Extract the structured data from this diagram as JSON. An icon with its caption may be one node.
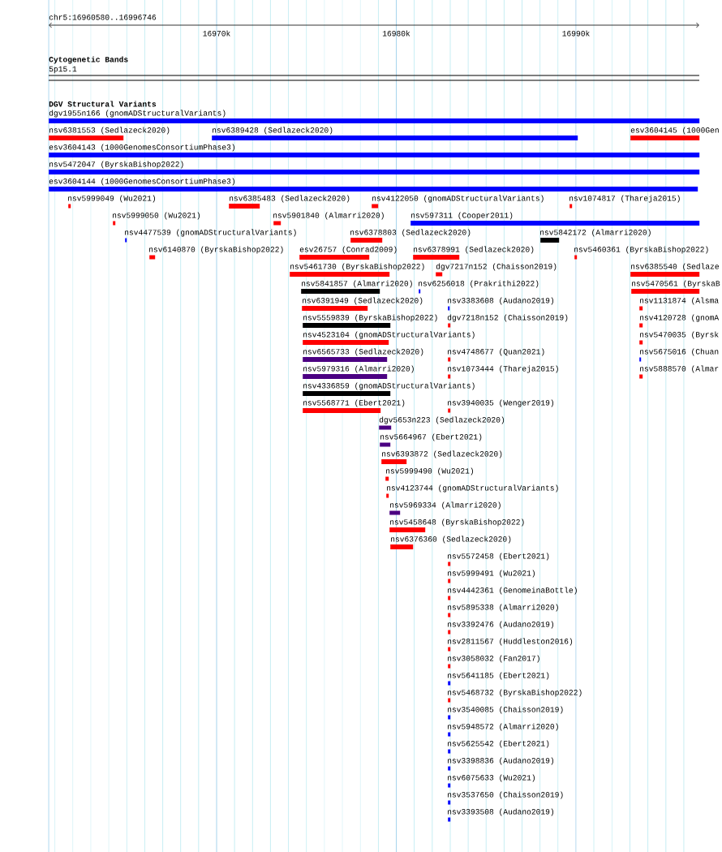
{
  "diagram": {
    "nodes": [
      {
        "text": [
          "dgv1955n166 (gnomADStructuralVariants)"
        ]
      },
      {
        "text": [
          "nsv6381553 (Sedlazeck2020)"
        ]
      },
      {
        "text": [
          "nsv6389428 (Sedlazeck2020)"
        ]
      },
      {
        "text": [
          "esv3604145 (1000Gen"
        ]
      },
      {
        "text": [
          "esv3604143 (1000GenomesConsortiumPhase3)"
        ]
      },
      {
        "text": [
          "nsv5472047 (ByrskaBishop2022)"
        ]
      },
      {
        "text": [
          "esv3604144 (1000GenomesConsortiumPhase3)"
        ]
      },
      {
        "text": [
          "nsv5999049 (Wu2021)"
        ]
      },
      {
        "text": [
          "nsv6385483 (Sedlazeck2020)"
        ]
      },
      {
        "text": [
          "nsv4122050 (gnomADStructuralVariants)"
        ]
      },
      {
        "text": [
          "nsv1074817 (Thareja2015)"
        ]
      },
      {
        "text": [
          "nsv5999050 (Wu2021)"
        ]
      },
      {
        "text": [
          "nsv5901840 (Almarri2020)"
        ]
      },
      {
        "text": [
          "nsv597311 (Cooper2011)"
        ]
      },
      {
        "text": [
          "nsv4477539 (gnomADStructuralVariants)"
        ]
      },
      {
        "text": [
          "nsv6378803 (Sedlazeck2020)"
        ]
      },
      {
        "text": [
          "nsv5842172 (Almarri2020)"
        ]
      },
      {
        "text": [
          "nsv6140870 (ByrskaBishop2022)"
        ]
      },
      {
        "text": [
          "esv26757 (Conrad2009)"
        ]
      },
      {
        "text": [
          "nsv6378991 (Sedlazeck2020)"
        ]
      },
      {
        "text": [
          "nsv5460361 (ByrskaBishop2022)"
        ]
      },
      {
        "text": [
          "nsv5461730 (ByrskaBishop2022)"
        ]
      },
      {
        "text": [
          "dgv7217n152 (Chaisson2019)"
        ]
      },
      {
        "text": [
          "nsv6385540 (Sedlaze"
        ]
      },
      {
        "text": [
          "nsv5841857 (Almarri2020)"
        ]
      },
      {
        "text": [
          "nsv6256018 (Prakrithi2022)"
        ]
      },
      {
        "text": [
          "nsv5470561 (ByrskaB"
        ]
      },
      {
        "text": [
          "nsv6391949 (Sedlazeck2020)"
        ]
      },
      {
        "text": [
          "nsv3383608 (Audano2019)"
        ]
      },
      {
        "text": [
          "nsv1131874 (Alsma"
        ]
      },
      {
        "text": [
          "nsv5559839 (ByrskaBishop2022)"
        ]
      },
      {
        "text": [
          "dgv7218n152 (Chaisson2019)"
        ]
      },
      {
        "text": [
          "nsv4120728 (gnomA"
        ]
      },
      {
        "text": [
          "nsv4523104 (gnomADStructuralVariants)"
        ]
      },
      {
        "text": [
          "nsv5470035 (Byrsk"
        ]
      },
      {
        "text": [
          "nsv6565733 (Sedlazeck2020)"
        ]
      },
      {
        "text": [
          "nsv4748677 (Quan2021)"
        ]
      },
      {
        "text": [
          "nsv5675016 (Chuan"
        ]
      },
      {
        "text": [
          "nsv5979316 (Almarri2020)"
        ]
      },
      {
        "text": [
          "nsv1073444 (Thareja2015)"
        ]
      },
      {
        "text": [
          "nsv5888570 (Almar"
        ]
      },
      {
        "text": [
          "nsv4336859 (gnomADStructuralVariants)"
        ]
      },
      {
        "text": [
          "nsv5568771 (Ebert2021)"
        ]
      },
      {
        "text": [
          "nsv3940035 (Wenger2019)"
        ]
      },
      {
        "text": [
          "dgv5653n223 (Sedlazeck2020)"
        ]
      },
      {
        "text": [
          "nsv5664967 (Ebert2021)"
        ]
      },
      {
        "text": [
          "nsv6393872 (Sedlazeck2020)"
        ]
      },
      {
        "text": [
          "nsv5999490 (Wu2021)"
        ]
      },
      {
        "text": [
          "nsv4123744 (gnomADStructuralVariants)"
        ]
      },
      {
        "text": [
          "nsv5969334 (Almarri2020)"
        ]
      },
      {
        "text": [
          "nsv5458648 (ByrskaBishop2022)"
        ]
      },
      {
        "text": [
          "nsv6376360 (Sedlazeck2020)"
        ]
      },
      {
        "text": [
          "nsv5572458 (Ebert2021)"
        ]
      },
      {
        "text": [
          "nsv5999491 (Wu2021)"
        ]
      },
      {
        "text": [
          "nsv4442361 (GenomeinaBottle)"
        ]
      },
      {
        "text": [
          "nsv5895338 (Almarri2020)"
        ]
      },
      {
        "text": [
          "nsv3392476 (Audano2019)"
        ]
      },
      {
        "text": [
          "nsv2811567 (Huddleston2016)"
        ]
      },
      {
        "text": [
          "nsv3058032 (Fan2017)"
        ]
      },
      {
        "text": [
          "nsv5641185 (Ebert2021)"
        ]
      },
      {
        "text": [
          "nsv5468732 (ByrskaBishop2022)"
        ]
      },
      {
        "text": [
          "nsv3540085 (Chaisson2019)"
        ]
      },
      {
        "text": [
          "nsv5948572 (Almarri2020)"
        ]
      },
      {
        "text": [
          "nsv5625542 (Ebert2021)"
        ]
      },
      {
        "text": [
          "nsv3398836 (Audano2019)"
        ]
      },
      {
        "text": [
          "nsv6075633 (Wu2021)"
        ]
      },
      {
        "text": [
          "nsv3537650 (Chaisson2019)"
        ]
      },
      {
        "text": [
          "nsv3393508 (Audano2019)"
        ]
      }
    ],
    "labels": [
      "chr5:16960580..16996746",
      "16970k",
      "16980k",
      "16990k",
      "Cytogenetic Bands",
      "5p15.1",
      "DGV Structural Variants"
    ]
  }
}
